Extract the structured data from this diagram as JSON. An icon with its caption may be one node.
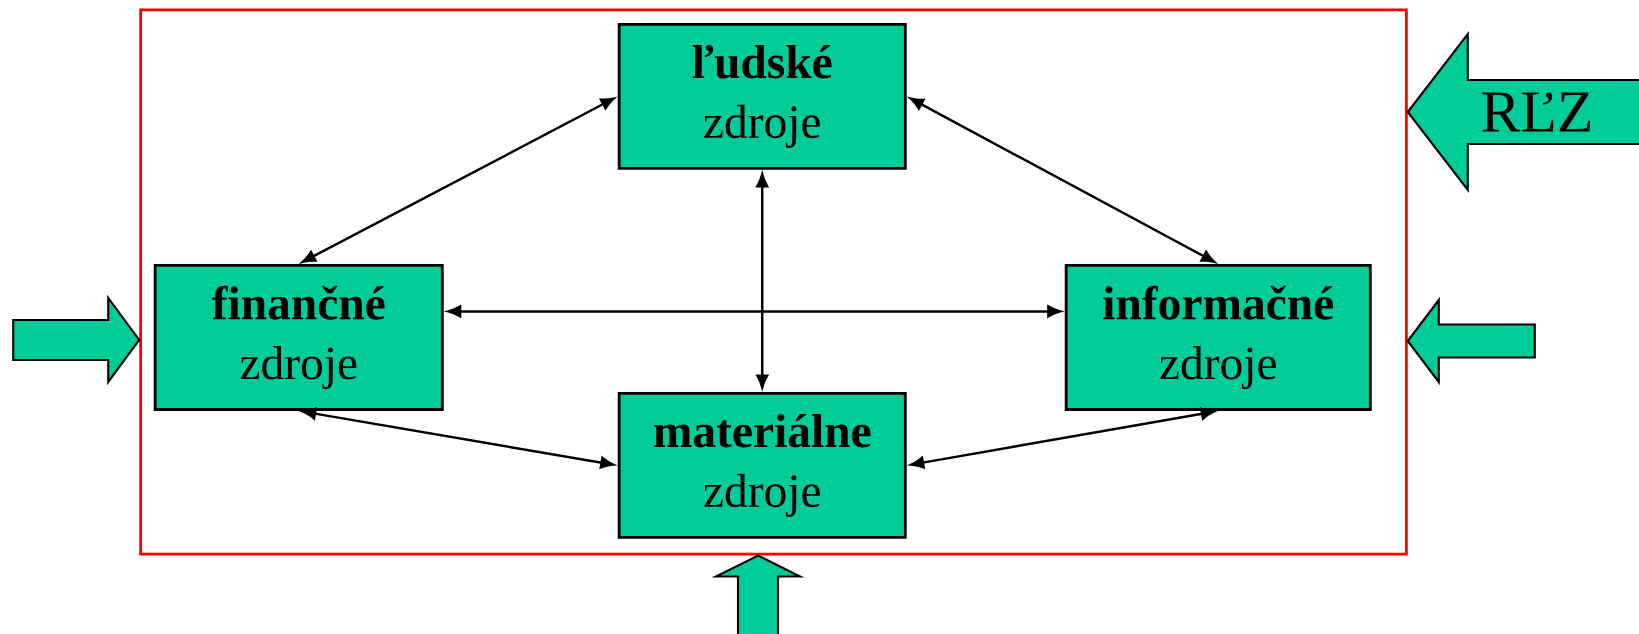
{
  "diagram": {
    "nodes": [
      {
        "text": [],
        "shape": "box"
      },
      {
        "text": [
          "ľudské",
          "zdroje"
        ],
        "in": 0
      },
      {
        "text": [
          "finančné",
          "zdroje"
        ],
        "in": 0
      },
      {
        "text": [
          "informačné",
          "zdroje"
        ],
        "in": 0
      },
      {
        "text": [
          "materiálne",
          "zdroje"
        ],
        "in": 0
      }
    ],
    "edges": [
      {
        "from": 1,
        "to": 2,
        "arrow": "both"
      },
      {
        "from": 1,
        "to": 3,
        "arrow": "both"
      },
      {
        "from": 1,
        "to": 4,
        "arrow": "both"
      },
      {
        "from": 2,
        "to": 3,
        "arrow": "both"
      },
      {
        "from": 2,
        "to": 4,
        "arrow": "both"
      },
      {
        "from": 3,
        "to": 4,
        "arrow": "both"
      },
      {
        "from": null,
        "to": 0,
        "arrow": "to",
        "label": "RĽZ",
        "style": "thick",
        "color": "#00cc99"
      },
      {
        "from": null,
        "to": 0,
        "arrow": "to",
        "style": "thick",
        "color": "#00cc99"
      },
      {
        "from": null,
        "to": 0,
        "arrow": "to",
        "style": "thick",
        "color": "#00cc99"
      },
      {
        "from": null,
        "to": 0,
        "arrow": "to",
        "style": "thick",
        "color": "#00cc99"
      }
    ]
  }
}
